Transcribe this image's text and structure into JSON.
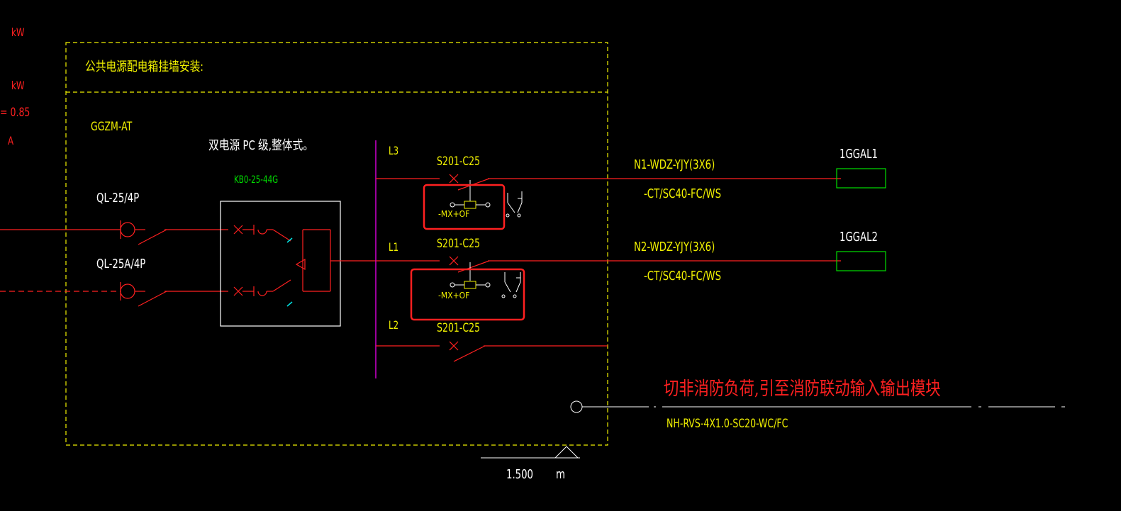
{
  "left_params": {
    "unit1": "kW",
    "unit2": "kW",
    "pf": "= 0.85",
    "current_unit": "A"
  },
  "panel": {
    "title": "公共电源配电箱挂墙安装:",
    "model": "GGZM-AT",
    "ats_desc": "双电源 PC 级,整体式。",
    "ats_model": "KB0-25-44G"
  },
  "incoming": {
    "main_breaker": "QL-25/4P",
    "backup_breaker": "QL-25A/4P"
  },
  "busbar_phases": [
    "L3",
    "L1",
    "L2"
  ],
  "circuits": [
    {
      "phase": "L3",
      "breaker": "S201-C25",
      "accessory": "-MX+OF",
      "cable": "N1-WDZ-YJY(3X6)",
      "conduit": "-CT/SC40-FC/WS",
      "load": "1GGAL1"
    },
    {
      "phase": "L1",
      "breaker": "S201-C25",
      "accessory": "-MX+OF",
      "cable": "N2-WDZ-YJY(3X6)",
      "conduit": "-CT/SC40-FC/WS",
      "load": "1GGAL2"
    },
    {
      "phase": "L2",
      "breaker": "S201-C25"
    }
  ],
  "fire_control": {
    "note": "切非消防负荷,引至消防联动输入输出模块",
    "cable": "NH-RVS-4X1.0-SC20-WC/FC"
  },
  "mounting": {
    "height": "1.500",
    "unit": "m"
  },
  "colors": {
    "background": "#000000",
    "wire": "#ff2020",
    "text_primary": "#f0f000",
    "text_model": "#00e000",
    "busbar": "#d000d0",
    "frame": "#f0f000",
    "highlight": "#ff2020"
  }
}
